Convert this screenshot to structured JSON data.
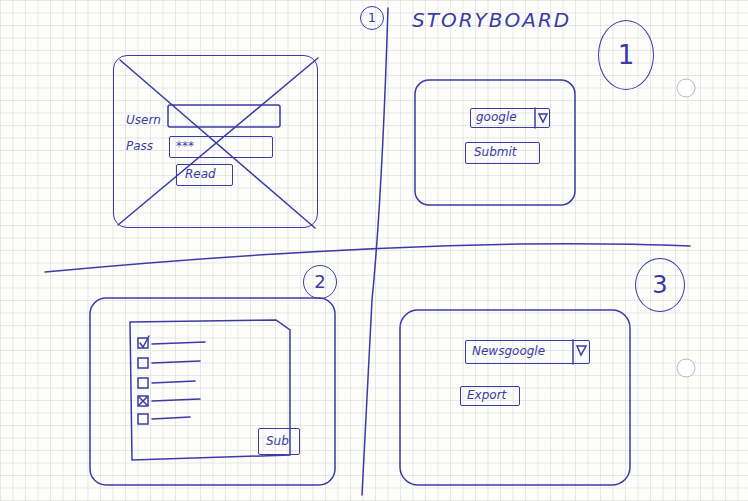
{
  "diagram": {
    "nodes": [
      {
        "text": [
          "1"
        ]
      },
      {
        "text": [
          "1"
        ]
      },
      {
        "text": [
          "Usern",
          "Pass"
        ]
      },
      {
        "text": [
          "***"
        ],
        "in": 2
      },
      {
        "text": [
          "Read"
        ],
        "in": 2
      },
      {
        "text": [
          "google"
        ]
      },
      {
        "text": [
          "Submit"
        ]
      },
      {
        "text": [
          "2"
        ]
      },
      {
        "text": [
          "Sub"
        ]
      },
      {
        "text": [
          "3"
        ]
      },
      {
        "text": [
          "Newsgoogle"
        ]
      },
      {
        "text": [
          "Export"
        ]
      }
    ],
    "labels": [
      "STORYBOARD"
    ]
  }
}
